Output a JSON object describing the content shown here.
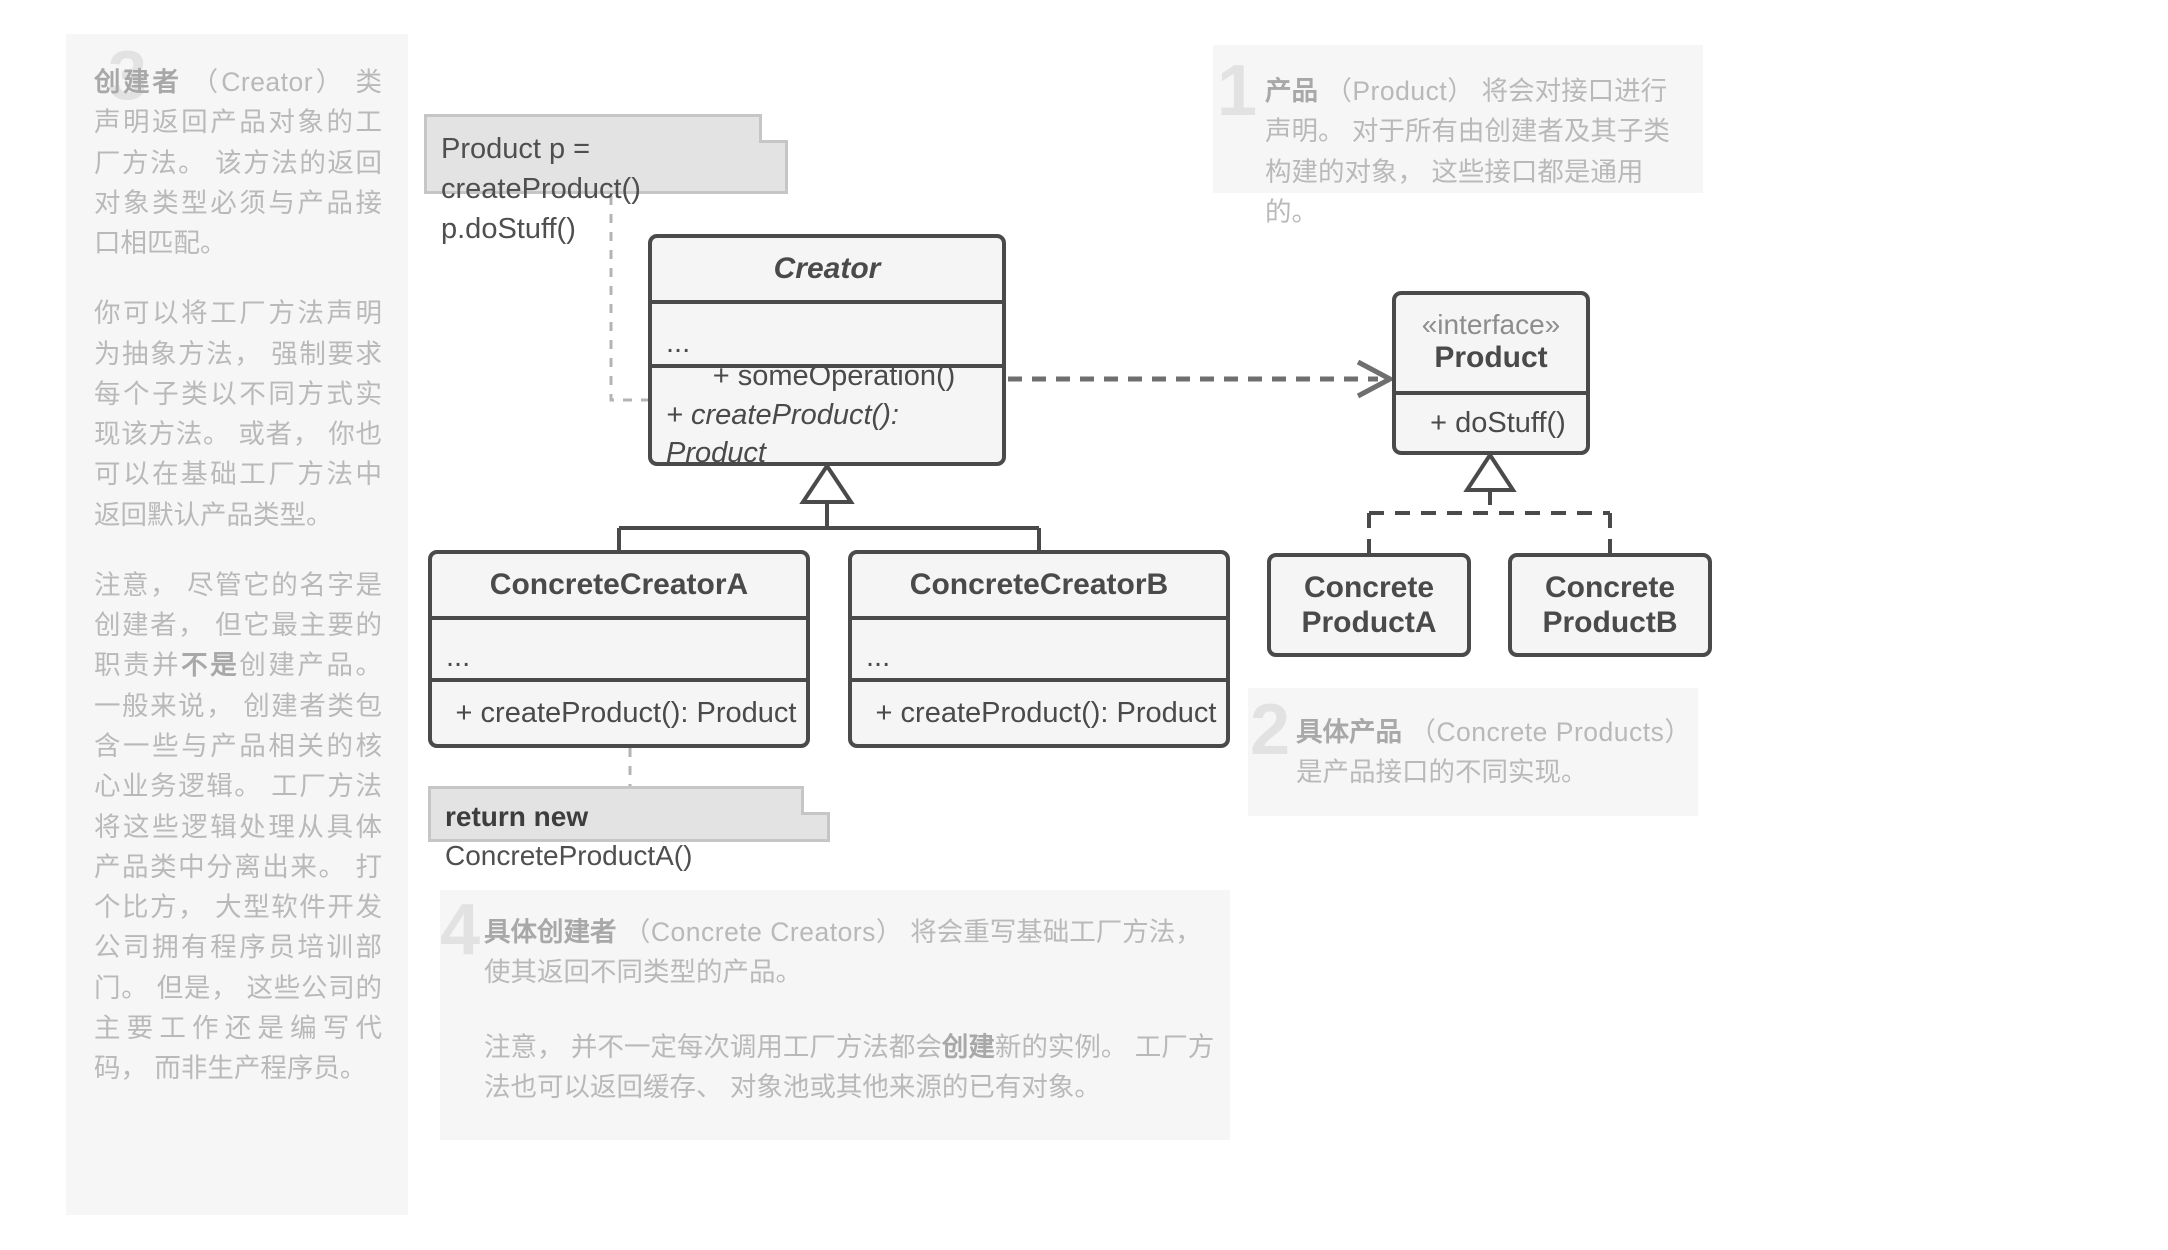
{
  "diagram": {
    "type": "uml-class-diagram",
    "pattern": "Factory Method"
  },
  "annotations": [
    {
      "id": "3",
      "number": "3",
      "title_zh": "创建者",
      "title_latin": "（Creator）",
      "paragraphs": [
        "创建者 （Creator） 类声明返回产品对象的工厂方法。 该方法的返回对象类型必须与产品接口相匹配。",
        "你可以将工厂方法声明为抽象方法， 强制要求每个子类以不同方式实现该方法。 或者， 你也可以在基础工厂方法中返回默认产品类型。",
        "注意， 尽管它的名字是创建者， 但它最主要的职责并不是创建产品。 一般来说， 创建者类包含一些与产品相关的核心业务逻辑。 工厂方法将这些逻辑处理从具体产品类中分离出来。 打个比方， 大型软件开发公司拥有程序员培训部门。 但是， 这些公司的主要工作还是编写代码， 而非生产程序员。"
      ]
    },
    {
      "id": "1",
      "number": "1",
      "title_zh": "产品",
      "title_latin": "（Product）",
      "paragraphs": [
        "产品 （Product） 将会对接口进行声明。 对于所有由创建者及其子类构建的对象， 这些接口都是通用的。"
      ]
    },
    {
      "id": "2",
      "number": "2",
      "title_zh": "具体产品",
      "title_latin": "（Concrete Products）",
      "paragraphs": [
        "具体产品 （Concrete Products） 是产品接口的不同实现。"
      ]
    },
    {
      "id": "4",
      "number": "4",
      "title_zh": "具体创建者",
      "title_latin": "（Concrete Creators）",
      "paragraphs": [
        "具体创建者 （Concrete Creators） 将会重写基础工厂方法， 使其返回不同类型的产品。",
        "注意， 并不一定每次调用工厂方法都会创建新的实例。 工厂方法也可以返回缓存、 对象池或其他来源的已有对象。"
      ]
    }
  ],
  "classes": {
    "creator": {
      "name": "Creator",
      "abstract": true,
      "attributes": "...",
      "operations": [
        "+ someOperation()",
        "+ createProduct(): Product"
      ]
    },
    "product": {
      "stereotype": "«interface»",
      "name": "Product",
      "operations": [
        "+ doStuff()"
      ]
    },
    "concrete_creator_a": {
      "name": "ConcreteCreatorA",
      "attributes": "...",
      "operations": [
        "+ createProduct(): Product"
      ]
    },
    "concrete_creator_b": {
      "name": "ConcreteCreatorB",
      "attributes": "...",
      "operations": [
        "+ createProduct(): Product"
      ]
    },
    "concrete_product_a": {
      "name_line1": "Concrete",
      "name_line2": "ProductA"
    },
    "concrete_product_b": {
      "name_line1": "Concrete",
      "name_line2": "ProductB"
    }
  },
  "notes": {
    "creator_note": {
      "line1": "Product p = createProduct()",
      "line2": "p.doStuff()"
    },
    "return_note": {
      "keyword": "return new",
      "rest": " ConcreteProductA()"
    }
  },
  "colors": {
    "box_border": "#4a4a4a",
    "box_fill": "#f5f5f5",
    "note_fill": "#e3e3e3",
    "note_border": "#c6c6c6",
    "annotation_fill": "#f6f6f6",
    "annotation_text": "#b9b9b9",
    "annotation_number": "#e2e2e2",
    "connector": "#6f6f6f"
  }
}
